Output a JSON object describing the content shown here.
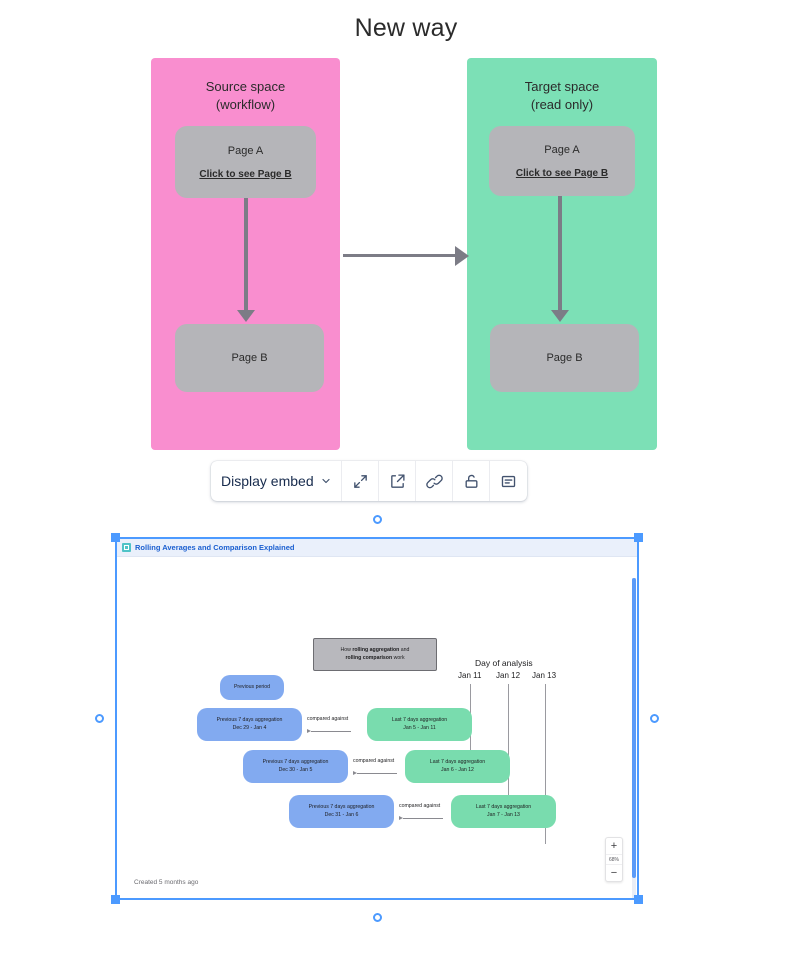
{
  "title": "New way",
  "diagram": {
    "source_space": {
      "line1": "Source space",
      "line2": "(workflow)",
      "color": "#f98ecf"
    },
    "target_space": {
      "line1": "Target space",
      "line2": "(read only)",
      "color": "#7ce0b6"
    },
    "page_a_title": "Page A",
    "page_a_link": "Click to see Page B",
    "page_b_title": "Page B",
    "node_color": "#b5b5b9",
    "arrow_color": "#7c7c86"
  },
  "toolbar": {
    "display_label": "Display embed",
    "chevron_icon": "chevron-down-icon",
    "expand_icon": "expand-icon",
    "open_new_tab_icon": "open-in-new-icon",
    "link_icon": "link-icon",
    "unlock_icon": "unlock-icon",
    "comment_icon": "comment-icon"
  },
  "embed": {
    "favicon": "miro-board-icon",
    "title": "Rolling Averages and Comparison Explained",
    "created_text": "Created 5 months ago",
    "zoom": {
      "plus_label": "+",
      "value": "68%",
      "minus_label": "−"
    },
    "board": {
      "header_node": {
        "pre": "How ",
        "bold1": "rolling aggregation",
        "mid": " and",
        "bold2": "rolling comparison",
        "post": " work"
      },
      "previous_period_label": "Previous period",
      "day_of_analysis_label": "Day of analysis",
      "day_ticks": [
        "Jan 11",
        "Jan 12",
        "Jan 13"
      ],
      "compared_against_label": "compared against",
      "rows": [
        {
          "previous_title": "Previous 7 days aggregation",
          "previous_range": "Dec 29 - Jan 4",
          "last_title": "Last 7 days aggregation",
          "last_range": "Jan 5 - Jan 11"
        },
        {
          "previous_title": "Previous 7 days aggregation",
          "previous_range": "Dec 30 - Jan 5",
          "last_title": "Last 7 days aggregation",
          "last_range": "Jan 6 - Jan 12"
        },
        {
          "previous_title": "Previous 7 days aggregation",
          "previous_range": "Dec 31 - Jan 6",
          "last_title": "Last 7 days aggregation",
          "last_range": "Jan 7 - Jan 13"
        }
      ],
      "colors": {
        "blue": "#82aaf0",
        "green": "#79dcae",
        "grey": "#b8b8bd",
        "selection": "#4c9aff"
      }
    }
  }
}
